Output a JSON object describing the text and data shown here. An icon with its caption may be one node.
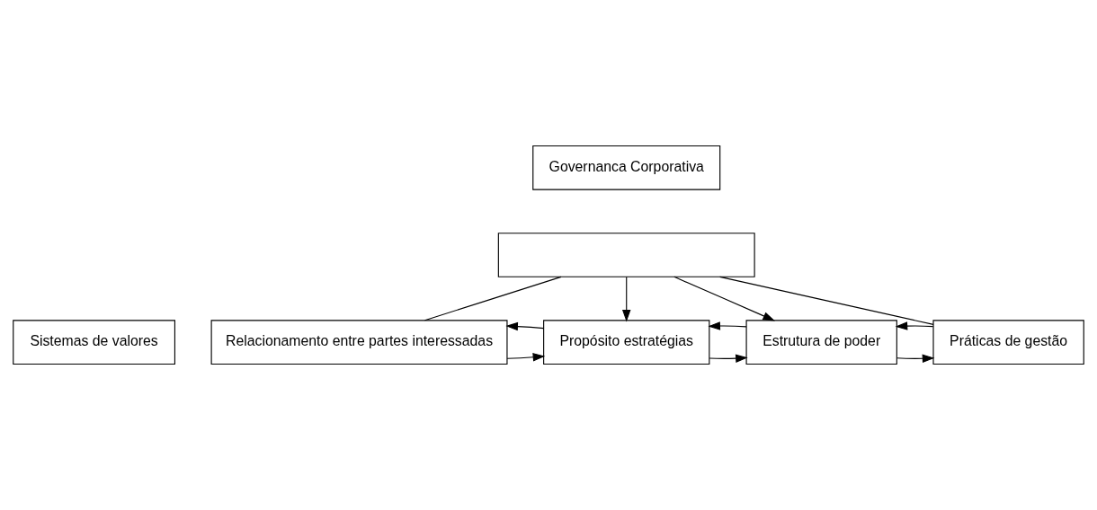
{
  "diagram": {
    "nodes": [
      {
        "text": [
          "Governanca Corporativa"
        ]
      },
      {
        "text": [],
        "shape": "box"
      },
      {
        "text": [
          "Sistemas de valores"
        ]
      },
      {
        "text": [
          "Relacionamento entre partes interessadas"
        ]
      },
      {
        "text": [
          "Propósito estratégias"
        ]
      },
      {
        "text": [
          "Estrutura de poder"
        ]
      },
      {
        "text": [
          "Práticas de gestão"
        ]
      }
    ],
    "edges": [
      {
        "from": 1,
        "to": 3,
        "arrow": "none"
      },
      {
        "from": 1,
        "to": 6,
        "arrow": "none"
      },
      {
        "from": 1,
        "to": 4,
        "arrow": "to"
      },
      {
        "from": 1,
        "to": 5,
        "arrow": "to"
      },
      {
        "from": 3,
        "to": 4,
        "arrow": "to"
      },
      {
        "from": 4,
        "to": 3,
        "arrow": "to"
      },
      {
        "from": 4,
        "to": 5,
        "arrow": "to"
      },
      {
        "from": 5,
        "to": 4,
        "arrow": "to"
      },
      {
        "from": 5,
        "to": 6,
        "arrow": "to"
      },
      {
        "from": 6,
        "to": 5,
        "arrow": "to"
      }
    ]
  }
}
